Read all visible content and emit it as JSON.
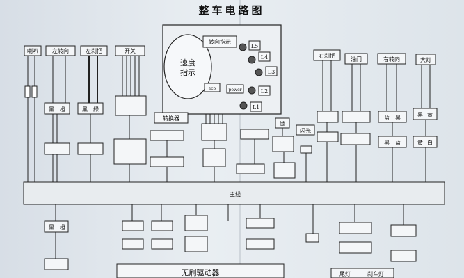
{
  "title": "整车电路图",
  "top_labels": {
    "horn": "喇叭",
    "left_turn": "左转向",
    "left_brake": "左刹把",
    "switch": "开关",
    "turn_indicator": "转向指示",
    "right_brake": "右刹把",
    "throttle": "油门",
    "right_turn": "右转向",
    "headlight": "大灯"
  },
  "speed_display": {
    "line1": "速度",
    "line2": "指示"
  },
  "lamps": [
    "L5",
    "L4",
    "L3",
    "L2",
    "L1"
  ],
  "dash_labels": {
    "eco": "eco",
    "power": "power"
  },
  "mid_labels": {
    "converter": "转换器",
    "lock": "锁",
    "flasher": "闪光"
  },
  "colors_left": {
    "a": "黑",
    "b": "橙",
    "c": "黑",
    "d": "绿"
  },
  "colors_right": {
    "a": "黄",
    "b": "黑",
    "c": "蓝",
    "d": "黑",
    "e": "黑",
    "f": "蓝",
    "g": "黄",
    "h": "白"
  },
  "main_harness": "主线",
  "bottom_label": "无刷驱动器",
  "bottom_right_label": "尾灯",
  "bottom_right_label2": "刹车灯"
}
